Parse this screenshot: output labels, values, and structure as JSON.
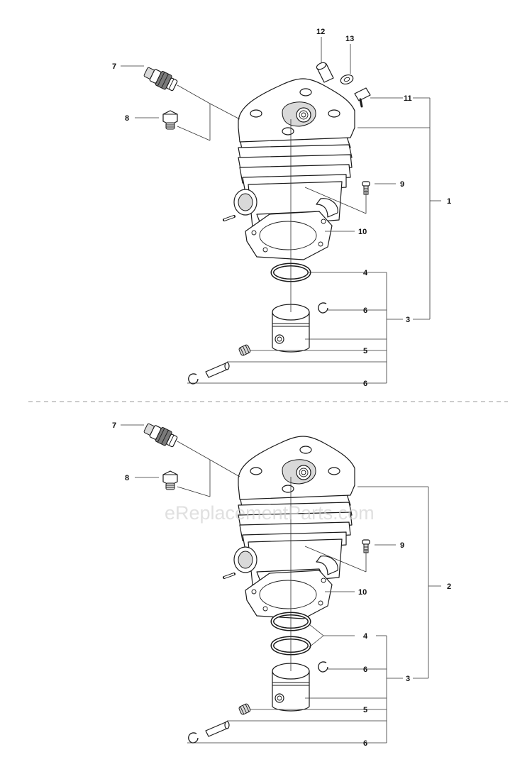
{
  "watermark": "eReplacementParts.com",
  "assemblies": [
    {
      "labels": {
        "valve_fitting": "7",
        "plug": "8",
        "bushing": "12",
        "washer": "13",
        "elbow_fitting": "11",
        "screw": "9",
        "gasket": "10",
        "ring": "4",
        "circlip_upper": "6",
        "piston_kit": "3",
        "piston_pin": "5",
        "circlip_lower": "6",
        "cylinder_assembly": "1"
      }
    },
    {
      "labels": {
        "valve_fitting": "7",
        "plug": "8",
        "screw": "9",
        "gasket": "10",
        "ring": "4",
        "circlip_upper": "6",
        "piston_kit": "3",
        "piston_pin": "5",
        "circlip_lower": "6",
        "cylinder_assembly": "2"
      }
    }
  ]
}
